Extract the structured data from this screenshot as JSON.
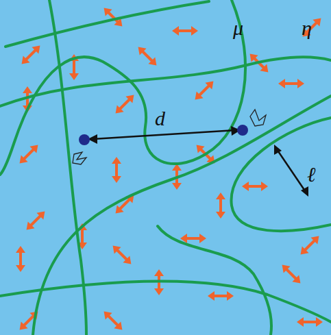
{
  "diagram": {
    "labels": [
      "μ",
      "η",
      "d",
      "ℓ"
    ]
  }
}
